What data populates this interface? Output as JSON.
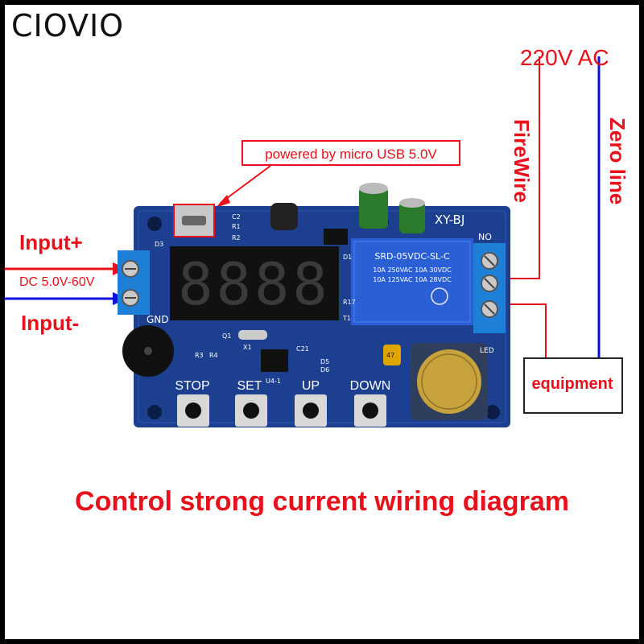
{
  "brand": "CIOVIO",
  "caption": "Control strong current wiring diagram",
  "labels": {
    "usb": "powered by micro USB 5.0V",
    "ac": "220V AC",
    "firewire": "FireWire",
    "zero_line": "Zero line",
    "input_plus": "Input+",
    "input_minus": "Input-",
    "dc_range": "DC 5.0V-60V",
    "equipment": "equipment"
  },
  "board": {
    "model": "XY-BJ",
    "gnd": "GND",
    "buttons": [
      "STOP",
      "SET",
      "UP",
      "DOWN"
    ],
    "relay": {
      "model": "SRD-05VDC-SL-C",
      "line1": "10A 250VAC 10A 30VDC",
      "line2": "10A 125VAC 10A 28VDC"
    },
    "display": "8888",
    "terminal_no": "NO",
    "led": "LED",
    "silk": [
      "D3",
      "R1",
      "R2",
      "C2",
      "D1",
      "R17",
      "Q1",
      "X1",
      "R3",
      "R4",
      "C21",
      "D5",
      "D6",
      "U4-1",
      "47",
      "T1"
    ]
  },
  "colors": {
    "accent_red": "#e8101a",
    "wire_blue": "#1010e0",
    "pcb_blue": "#1c3f8f",
    "relay_blue": "#2a5fd6"
  }
}
